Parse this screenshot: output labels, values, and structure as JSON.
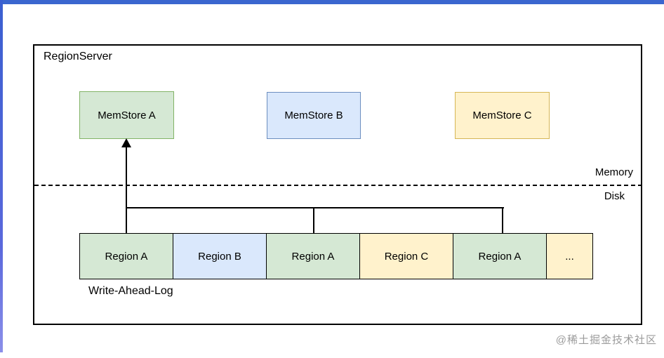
{
  "page": {
    "watermark": "@稀土掘金技术社区"
  },
  "colors": {
    "accent_blue": "#3a66cf",
    "line_black": "#000000",
    "green_fill": "#d5e8d4",
    "green_border": "#82b366",
    "blue_fill": "#dae8fc",
    "blue_border": "#6c8ebf",
    "yellow_fill": "#fff2cc",
    "yellow_border": "#d6b656",
    "watermark_gray": "#9b9b9b"
  },
  "diagram": {
    "container_label": "RegionServer",
    "memstores": [
      {
        "label": "MemStore A",
        "color": "#d5e8d4"
      },
      {
        "label": "MemStore B",
        "color": "#dae8fc"
      },
      {
        "label": "MemStore C",
        "color": "#fff2cc"
      }
    ],
    "divider": {
      "above_label": "Memory",
      "below_label": "Disk"
    },
    "wal": {
      "label": "Write-Ahead-Log",
      "segments": [
        {
          "label": "Region A",
          "color": "#d5e8d4"
        },
        {
          "label": "Region B",
          "color": "#dae8fc"
        },
        {
          "label": "Region A",
          "color": "#d5e8d4"
        },
        {
          "label": "Region C",
          "color": "#fff2cc"
        },
        {
          "label": "Region A",
          "color": "#d5e8d4"
        },
        {
          "label": "...",
          "color": "#fff2cc"
        }
      ]
    }
  }
}
